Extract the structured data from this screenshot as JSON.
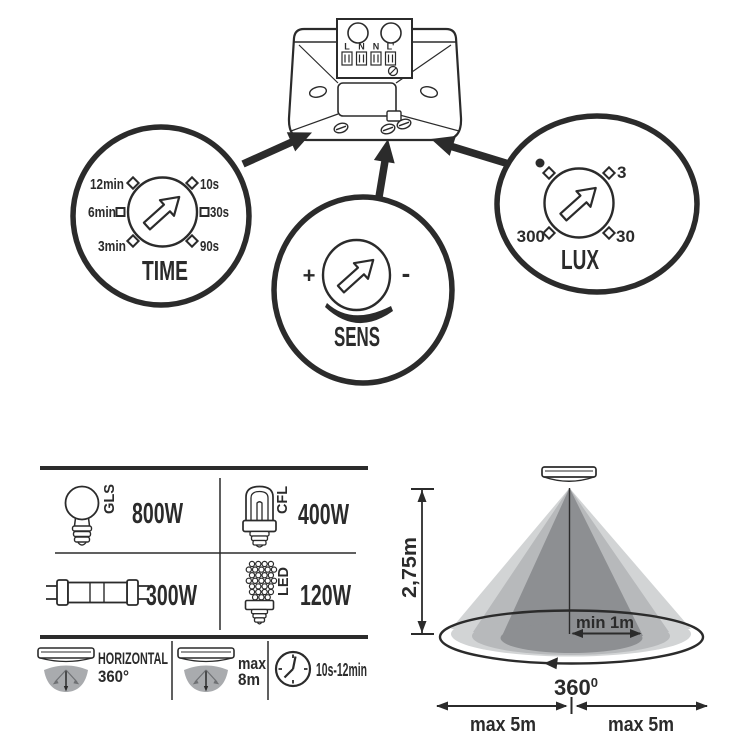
{
  "colors": {
    "ink": "#2b2b2b",
    "cone_light": "#d2d4d5",
    "cone_medium": "#b7b9bb",
    "cone_dark": "#8d8f92",
    "fan_gray": "#a9abae",
    "background": "#ffffff"
  },
  "device": {
    "terminals": [
      "L",
      "N",
      "N",
      "L'"
    ]
  },
  "callouts": {
    "time": {
      "title": "TIME",
      "left_labels": [
        "12min",
        "6min",
        "3min"
      ],
      "right_labels": [
        "10s",
        "30s",
        "90s"
      ]
    },
    "sens": {
      "title": "SENS",
      "plus": "+",
      "minus": "-"
    },
    "lux": {
      "title": "LUX",
      "top_right": "3",
      "bottom_right": "30",
      "bottom_left": "300"
    }
  },
  "power_table": {
    "cells": [
      {
        "type": "GLS",
        "power": "800W"
      },
      {
        "type": "CFL",
        "power": "400W"
      },
      {
        "power": "300W"
      },
      {
        "type": "LED",
        "power": "120W"
      }
    ],
    "specs": {
      "orientation": "HORIZONTAL",
      "coverage": "360°",
      "range_prefix": "max",
      "range": "8m",
      "time_range": "10s-12min"
    }
  },
  "coverage": {
    "mount_height": "2,75m",
    "min_diameter": "min 1m",
    "rotation": "360",
    "rotation_sup": "0",
    "max_left": "max 5m",
    "max_right": "max 5m"
  }
}
